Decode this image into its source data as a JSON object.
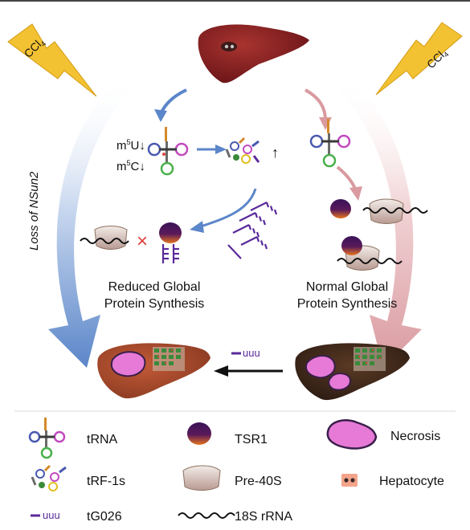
{
  "warnings": {
    "left": "CCl4",
    "right": "CCl4",
    "ccl_base": "CCl",
    "ccl_sub": "4"
  },
  "side_label": "Loss of NSun2",
  "modifications": {
    "m5u_base": "m",
    "m5u_sup": "5",
    "m5u_rest": "U↓",
    "m5c_base": "m",
    "m5c_sup": "5",
    "m5c_rest": "C↓"
  },
  "up_arrow": "↑",
  "cross": "×",
  "left_outcome": [
    "Reduced Global",
    "Protein Synthesis"
  ],
  "right_outcome": [
    "Normal Global",
    "Protein Synthesis"
  ],
  "tg026_mark": "uuu",
  "legend": {
    "trna": "tRNA",
    "trf": "tRF-1s",
    "tg026": "tG026",
    "tsr1": "TSR1",
    "pre40s": "Pre-40S",
    "rrna": "18S rRNA",
    "necrosis": "Necrosis",
    "hepatocyte": "Hepatocyte"
  },
  "colors": {
    "liver_top": "#7a1a1e",
    "liver_left": "#a8462b",
    "liver_right": "#3a2418",
    "necrosis": "#e67ad6",
    "necrosis_edge": "#3a1e4a",
    "blue_arrow": "#5b86c9",
    "pink_arrow": "#d99aa0",
    "warning_fill": "#f2c233",
    "tsr1_top": "#4a1460",
    "tsr1_bottom": "#e06a1c",
    "tg026": "#5a2a9a",
    "cross": "#e0403a"
  }
}
